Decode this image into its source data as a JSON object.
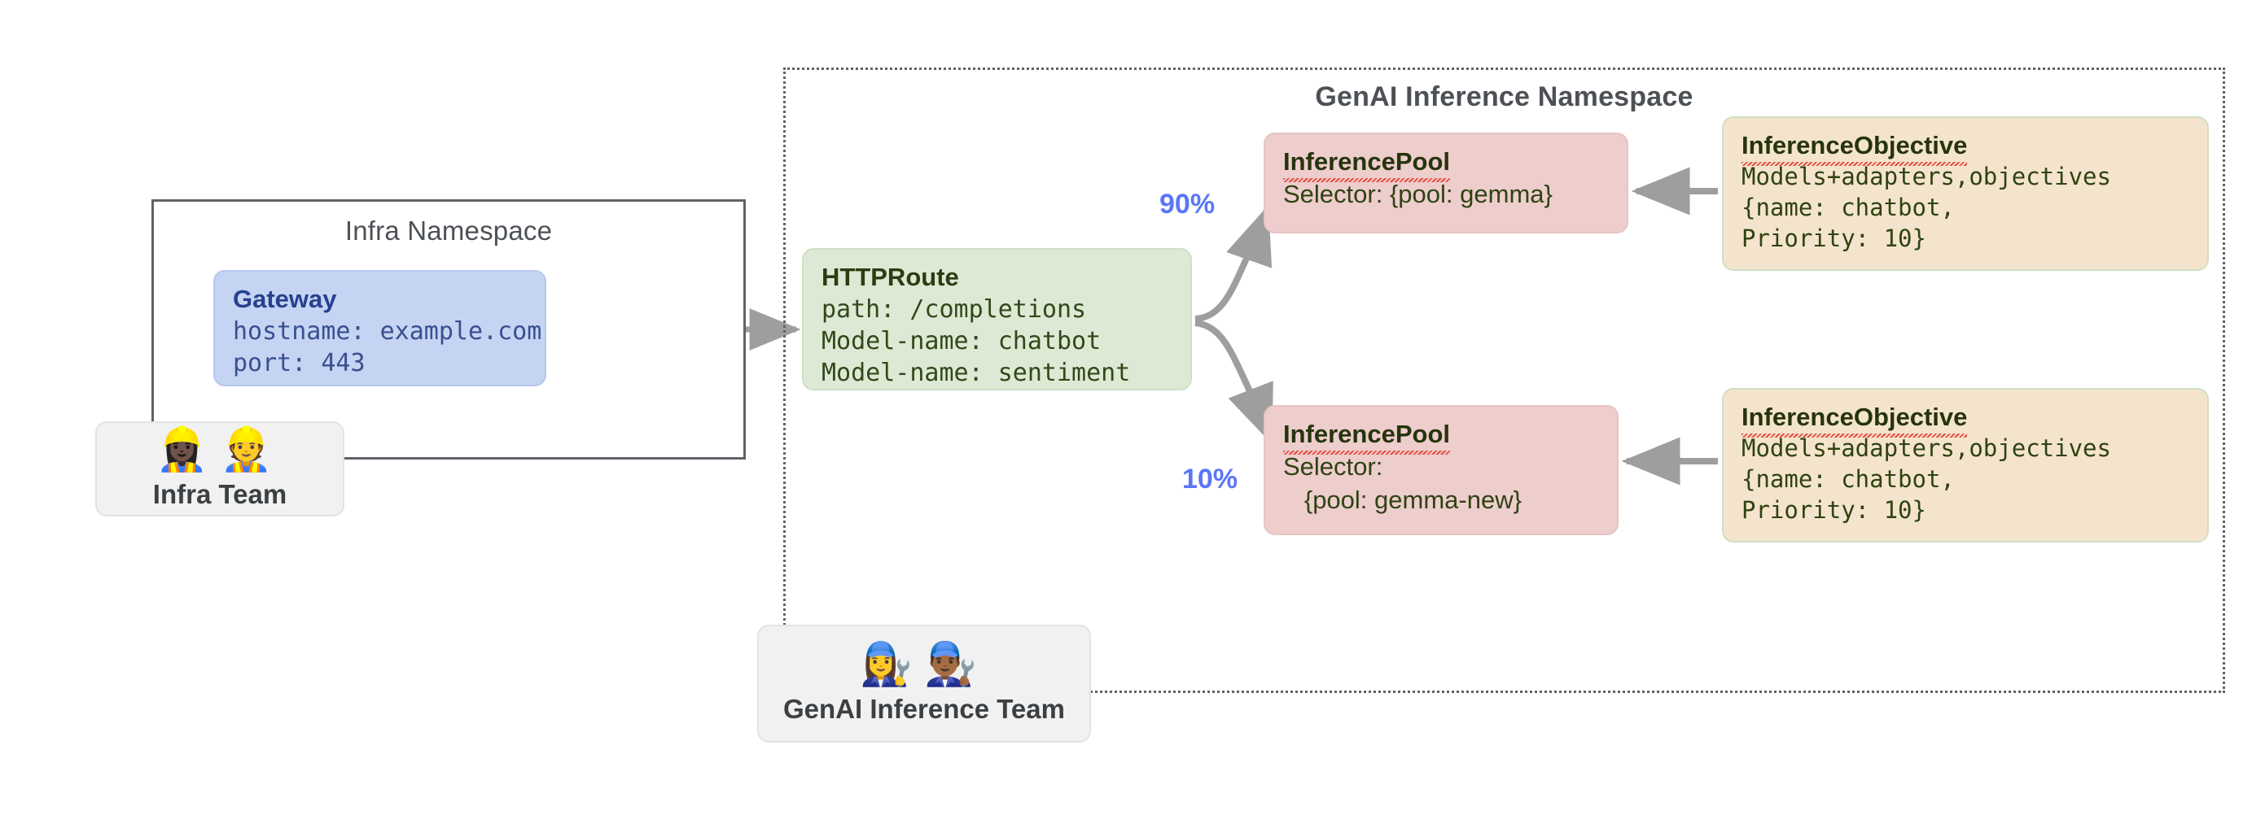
{
  "namespaces": {
    "infra": {
      "title": "Infra Namespace"
    },
    "genai": {
      "title": "GenAI Inference Namespace"
    }
  },
  "gateway": {
    "title": "Gateway",
    "line1": "hostname: example.com",
    "line2": "port: 443"
  },
  "httproute": {
    "title": "HTTPRoute",
    "line1": "path: /completions",
    "line2": "Model-name: chatbot",
    "line3": "Model-name: sentiment"
  },
  "pools": [
    {
      "title": "InferencePool",
      "line1": "Selector: {pool: gemma}",
      "line2": ""
    },
    {
      "title": "InferencePool",
      "line1": "Selector:",
      "line2": "   {pool: gemma-new}"
    }
  ],
  "objectives": [
    {
      "title": "InferenceObjective",
      "line1": "Models+adapters,objectives",
      "line2": "{name: chatbot,",
      "line3": "Priority: 10}"
    },
    {
      "title": "InferenceObjective",
      "line1": "Models+adapters,objectives",
      "line2": "{name: chatbot,",
      "line3": "Priority: 10}"
    }
  ],
  "traffic_splits": [
    {
      "label": "90%",
      "target": "pool-1"
    },
    {
      "label": "10%",
      "target": "pool-2"
    }
  ],
  "teams": [
    {
      "name": "Infra Team",
      "faces": "👷🏿‍♀️👷"
    },
    {
      "name": "GenAI Inference Team",
      "faces": "👩‍🔧👨🏾‍🔧"
    }
  ],
  "colors": {
    "gateway_fill": "#c5d4f2",
    "gateway_text": "#26418f",
    "httproute_fill": "#dde9d4",
    "pool_fill": "#eecdcd",
    "objective_fill": "#f5e4cd",
    "objective_border": "#cfe0c3",
    "arrow": "#9e9e9e",
    "percent_text": "#5b76f7",
    "namespace_border": "#5f6368",
    "team_fill": "#f1f1f1"
  }
}
